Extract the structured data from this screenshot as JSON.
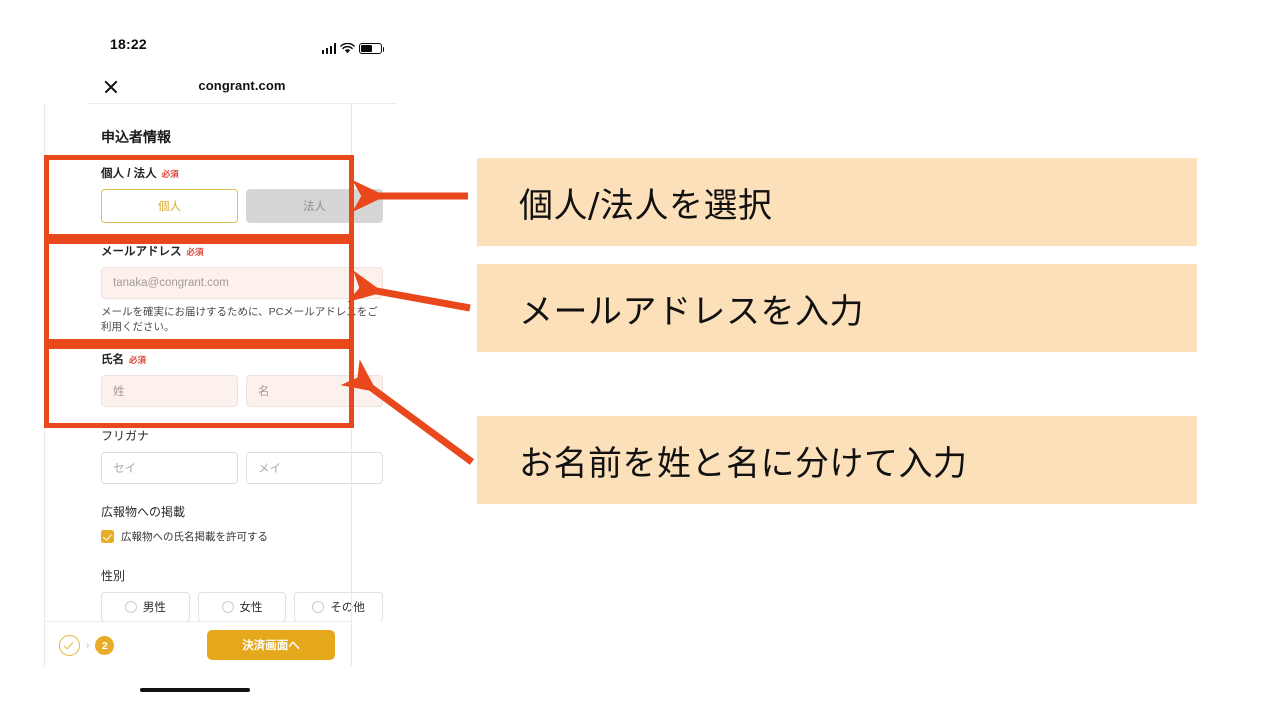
{
  "status_bar": {
    "time": "18:22",
    "icons": [
      "signal-bars-icon",
      "wifi-icon",
      "battery-icon"
    ]
  },
  "browser": {
    "close_icon": "close-x-icon",
    "site_title": "congrant.com"
  },
  "form": {
    "title": "申込者情報",
    "required_badge": "必須",
    "sections": {
      "entity_type": {
        "label": "個人 / 法人",
        "required": true,
        "options": [
          {
            "label": "個人",
            "selected": true
          },
          {
            "label": "法人",
            "selected": false
          }
        ]
      },
      "email": {
        "label": "メールアドレス",
        "required": true,
        "placeholder": "tanaka@congrant.com",
        "value": "",
        "hint": "メールを確実にお届けするために、PCメールアドレスをご利用ください。"
      },
      "full_name": {
        "label": "氏名",
        "required": true,
        "last_name_placeholder": "姓",
        "first_name_placeholder": "名",
        "last_name_value": "",
        "first_name_value": ""
      },
      "furigana": {
        "label": "フリガナ",
        "required": false,
        "last_kana_placeholder": "セイ",
        "first_kana_placeholder": "メイ",
        "last_kana_value": "",
        "first_kana_value": ""
      },
      "publicity": {
        "label": "広報物への掲載",
        "checkbox_label": "広報物への氏名掲載を許可する",
        "checked": true
      },
      "gender": {
        "label": "性別",
        "options": [
          {
            "label": "男性",
            "selected": false
          },
          {
            "label": "女性",
            "selected": false
          },
          {
            "label": "その他",
            "selected": false
          }
        ]
      }
    }
  },
  "bottom_bar": {
    "step_completed_icon": "check-circle-icon",
    "step_separator": "›",
    "step_current": "2",
    "submit_label": "決済画面へ"
  },
  "annotations": {
    "highlight_color": "#e8481b",
    "callout_background": "#fbe0b9",
    "items": [
      {
        "text": "個人/法人を選択",
        "target": "entity_type"
      },
      {
        "text": "メールアドレスを入力",
        "target": "email"
      },
      {
        "text": "お名前を姓と名に分けて入力",
        "target": "full_name"
      }
    ]
  },
  "theme": {
    "accent_gold": "#e5a81d",
    "selected_border": "#e0bf52",
    "input_background": "#fdf1ee",
    "required_red": "#d94a3c"
  }
}
